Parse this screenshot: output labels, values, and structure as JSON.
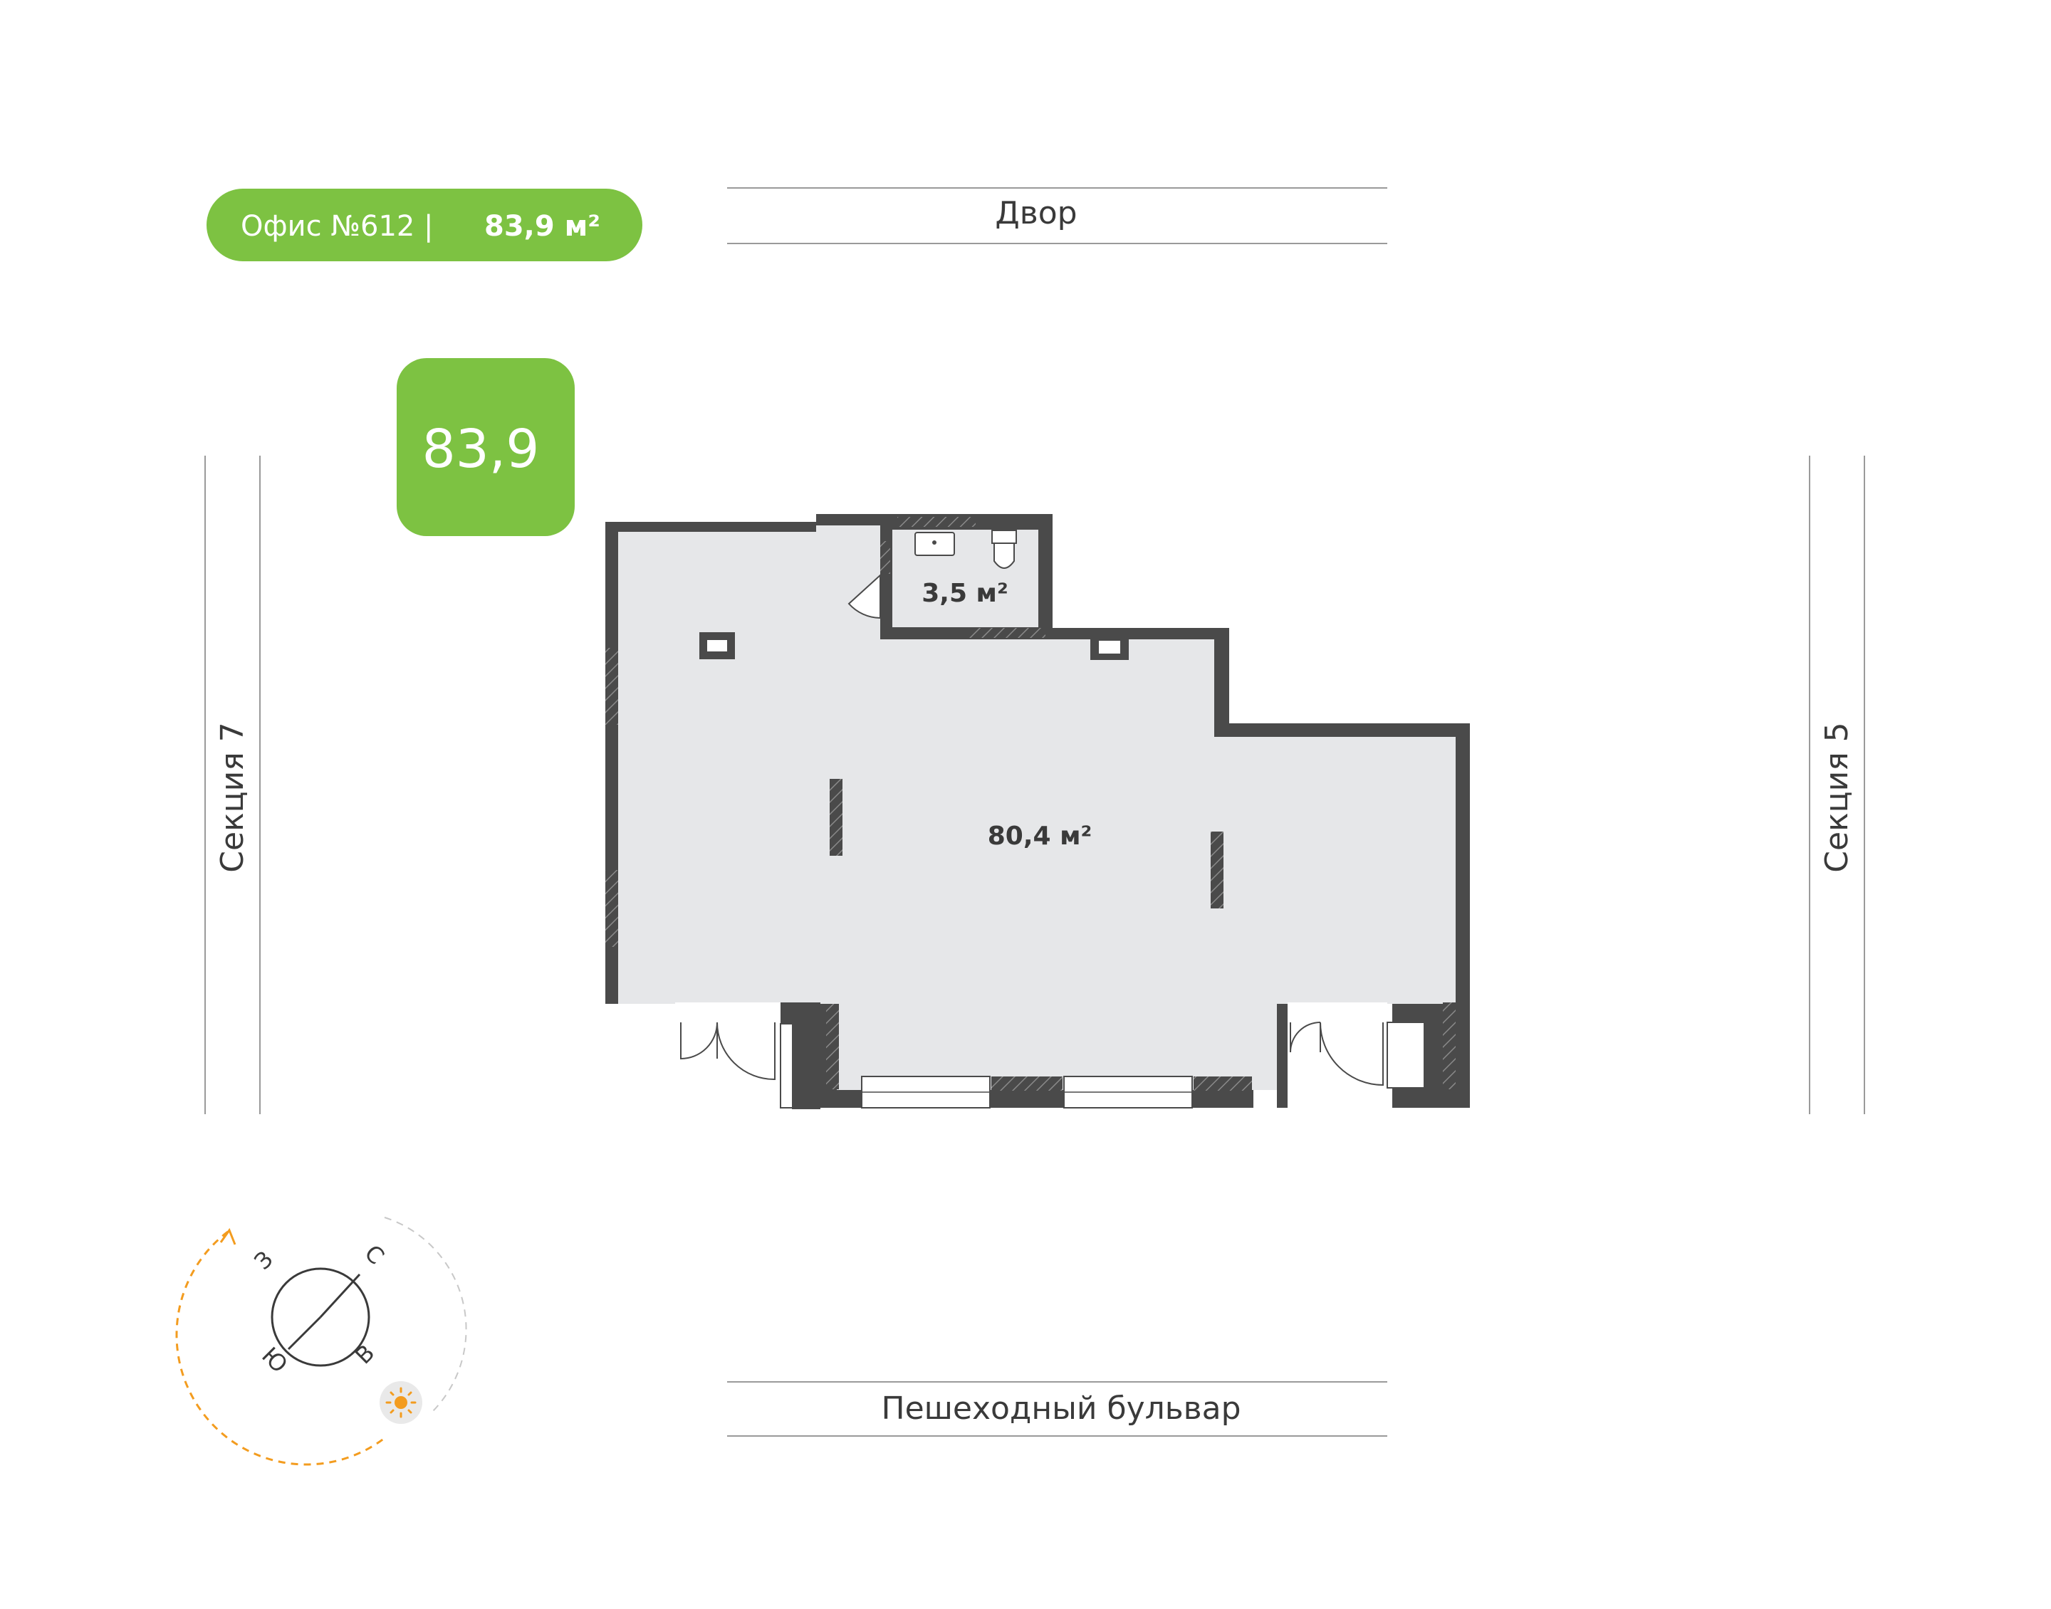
{
  "header": {
    "office_label": "Офис №612 |",
    "office_area": "83,9 м²"
  },
  "badge": {
    "total_area": "83,9"
  },
  "surroundings": {
    "top": "Двор",
    "bottom": "Пешеходный бульвар",
    "left": "Секция 7",
    "right": "Секция 5"
  },
  "rooms": {
    "bathroom_area": "3,5 м²",
    "main_area": "80,4 м²"
  },
  "compass": {
    "north": "С",
    "east": "В",
    "south": "Ю",
    "west": "З"
  },
  "colors": {
    "accent_green": "#7DC242",
    "wall": "#4A4A4A",
    "floor": "#E6E7E9",
    "sun_path": "#F39C1F"
  }
}
